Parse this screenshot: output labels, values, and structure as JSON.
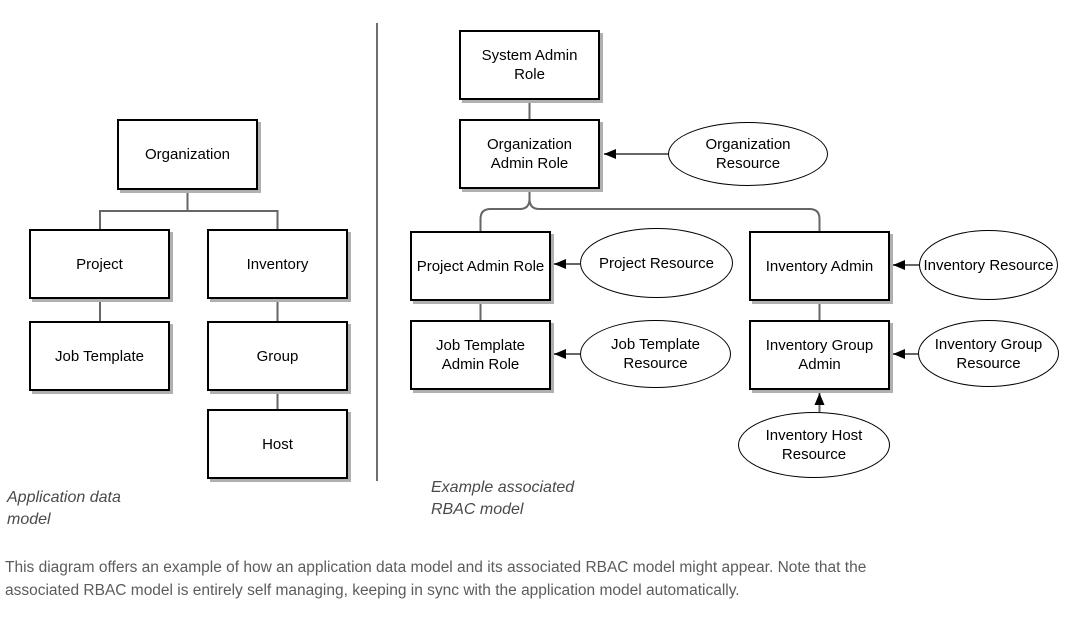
{
  "colors": {
    "box_border": "#000000",
    "box_fill": "#ffffff",
    "connector_gray": "#666666",
    "divider_gray": "#6e6e6e",
    "shadow_gray": "#b0b0b0",
    "arrowhead_black": "#000000",
    "side_label_gray": "#4a4a4a",
    "caption_gray": "#5c5c5c"
  },
  "app_model": {
    "label": "Application data\nmodel",
    "nodes": {
      "organization": "Organization",
      "project": "Project",
      "inventory": "Inventory",
      "job_template": "Job Template",
      "group": "Group",
      "host": "Host"
    }
  },
  "rbac_model": {
    "label": "Example associated\nRBAC model",
    "roles": {
      "system_admin": "System Admin\nRole",
      "organization_admin": "Organization\nAdmin Role",
      "project_admin": "Project Admin Role",
      "job_template_admin": "Job Template\nAdmin Role",
      "inventory_admin": "Inventory Admin",
      "inventory_group_admin": "Inventory Group\nAdmin"
    },
    "resources": {
      "organization": "Organization\nResource",
      "project": "Project Resource",
      "job_template": "Job Template\nResource",
      "inventory": "Inventory Resource",
      "inventory_group": "Inventory Group\nResource",
      "inventory_host": "Inventory Host\nResource"
    }
  },
  "caption": "This diagram offers an example of how an application data model and its associated RBAC model might appear. Note that the\nassociated RBAC model is entirely self managing, keeping in sync with the application model automatically."
}
